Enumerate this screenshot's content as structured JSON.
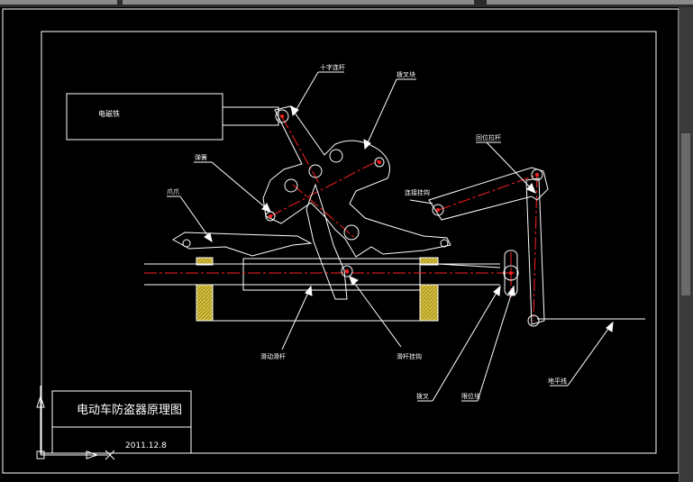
{
  "drawing": {
    "title": "电动车防盗器原理图",
    "date": "2011.12.8",
    "labels": {
      "motor": "电磁铁",
      "cross_bar": "十字连杆",
      "fork_block": "拨叉块",
      "spring": "弹簧",
      "claw": "爪爪",
      "connect_hook": "连接挂钩",
      "return_lever": "回位拉杆",
      "slide_rod": "滑动滑杆",
      "slide_bracket": "滑杆挂钩",
      "fork": "拨叉",
      "limit_block": "限位块",
      "ground_line": "地平线"
    }
  },
  "colors": {
    "background": "#000000",
    "line": "#ffffff",
    "centerline": "#ff2020",
    "hatch": "#d4c23a"
  }
}
